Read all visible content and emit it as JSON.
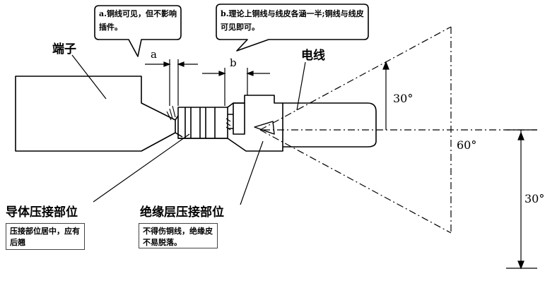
{
  "labels": {
    "terminal": "端子",
    "wire": "电线",
    "dim_a": "a",
    "dim_b": "b",
    "conductor_crimp": "导体压接部位",
    "insulation_crimp": "绝缘层压接部位",
    "angle_top": "30°",
    "angle_total": "60°",
    "angle_bottom": "30°"
  },
  "callouts": {
    "a": "a.铜线可见，但不影响插件。",
    "b": "b.理论上铜线与线皮各涵一半;铜线与线皮可见即可。"
  },
  "notes": {
    "conductor": "压接部位居中，应有后翘",
    "insulation": "不得伤铜线，绝缘皮不易脱落。"
  }
}
